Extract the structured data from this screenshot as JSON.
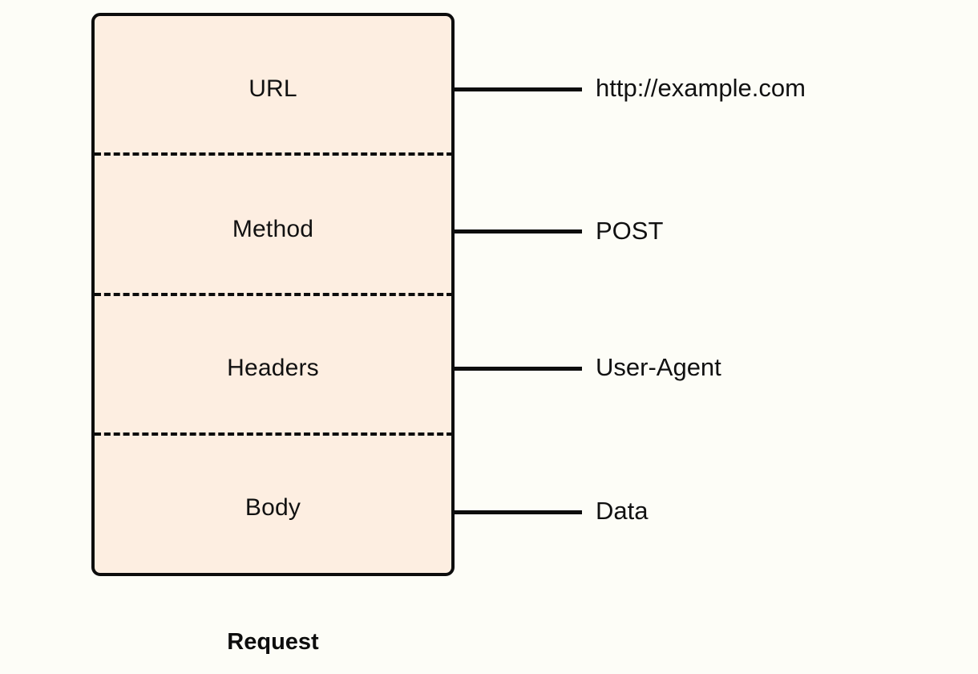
{
  "diagram": {
    "title": "Request",
    "colors": {
      "background": "#fdfdf7",
      "box_fill": "#fdeee1",
      "stroke": "#0d0d0d",
      "text": "#111111"
    },
    "sections": [
      {
        "label": "URL",
        "annotation": "http://example.com"
      },
      {
        "label": "Method",
        "annotation": "POST"
      },
      {
        "label": "Headers",
        "annotation": "User-Agent"
      },
      {
        "label": "Body",
        "annotation": "Data"
      }
    ]
  }
}
